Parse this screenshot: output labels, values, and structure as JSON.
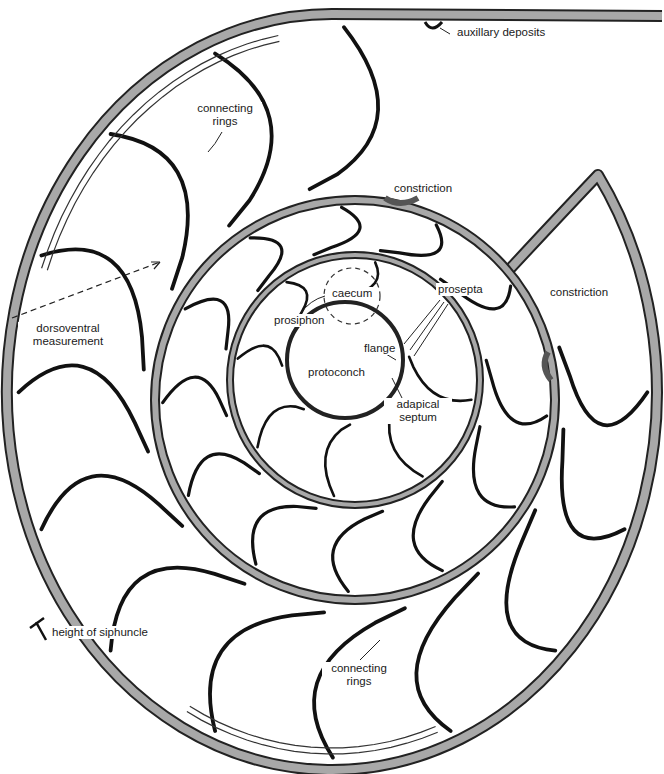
{
  "diagram": {
    "labels": [
      "auxillary deposits",
      "connecting rings",
      "constriction",
      "constriction",
      "caecum",
      "prosepta",
      "prosiphon",
      "flange",
      "protoconch",
      "adapical septum",
      "dorsoventral measurement",
      "height of siphuncle",
      "connecting rings"
    ]
  }
}
